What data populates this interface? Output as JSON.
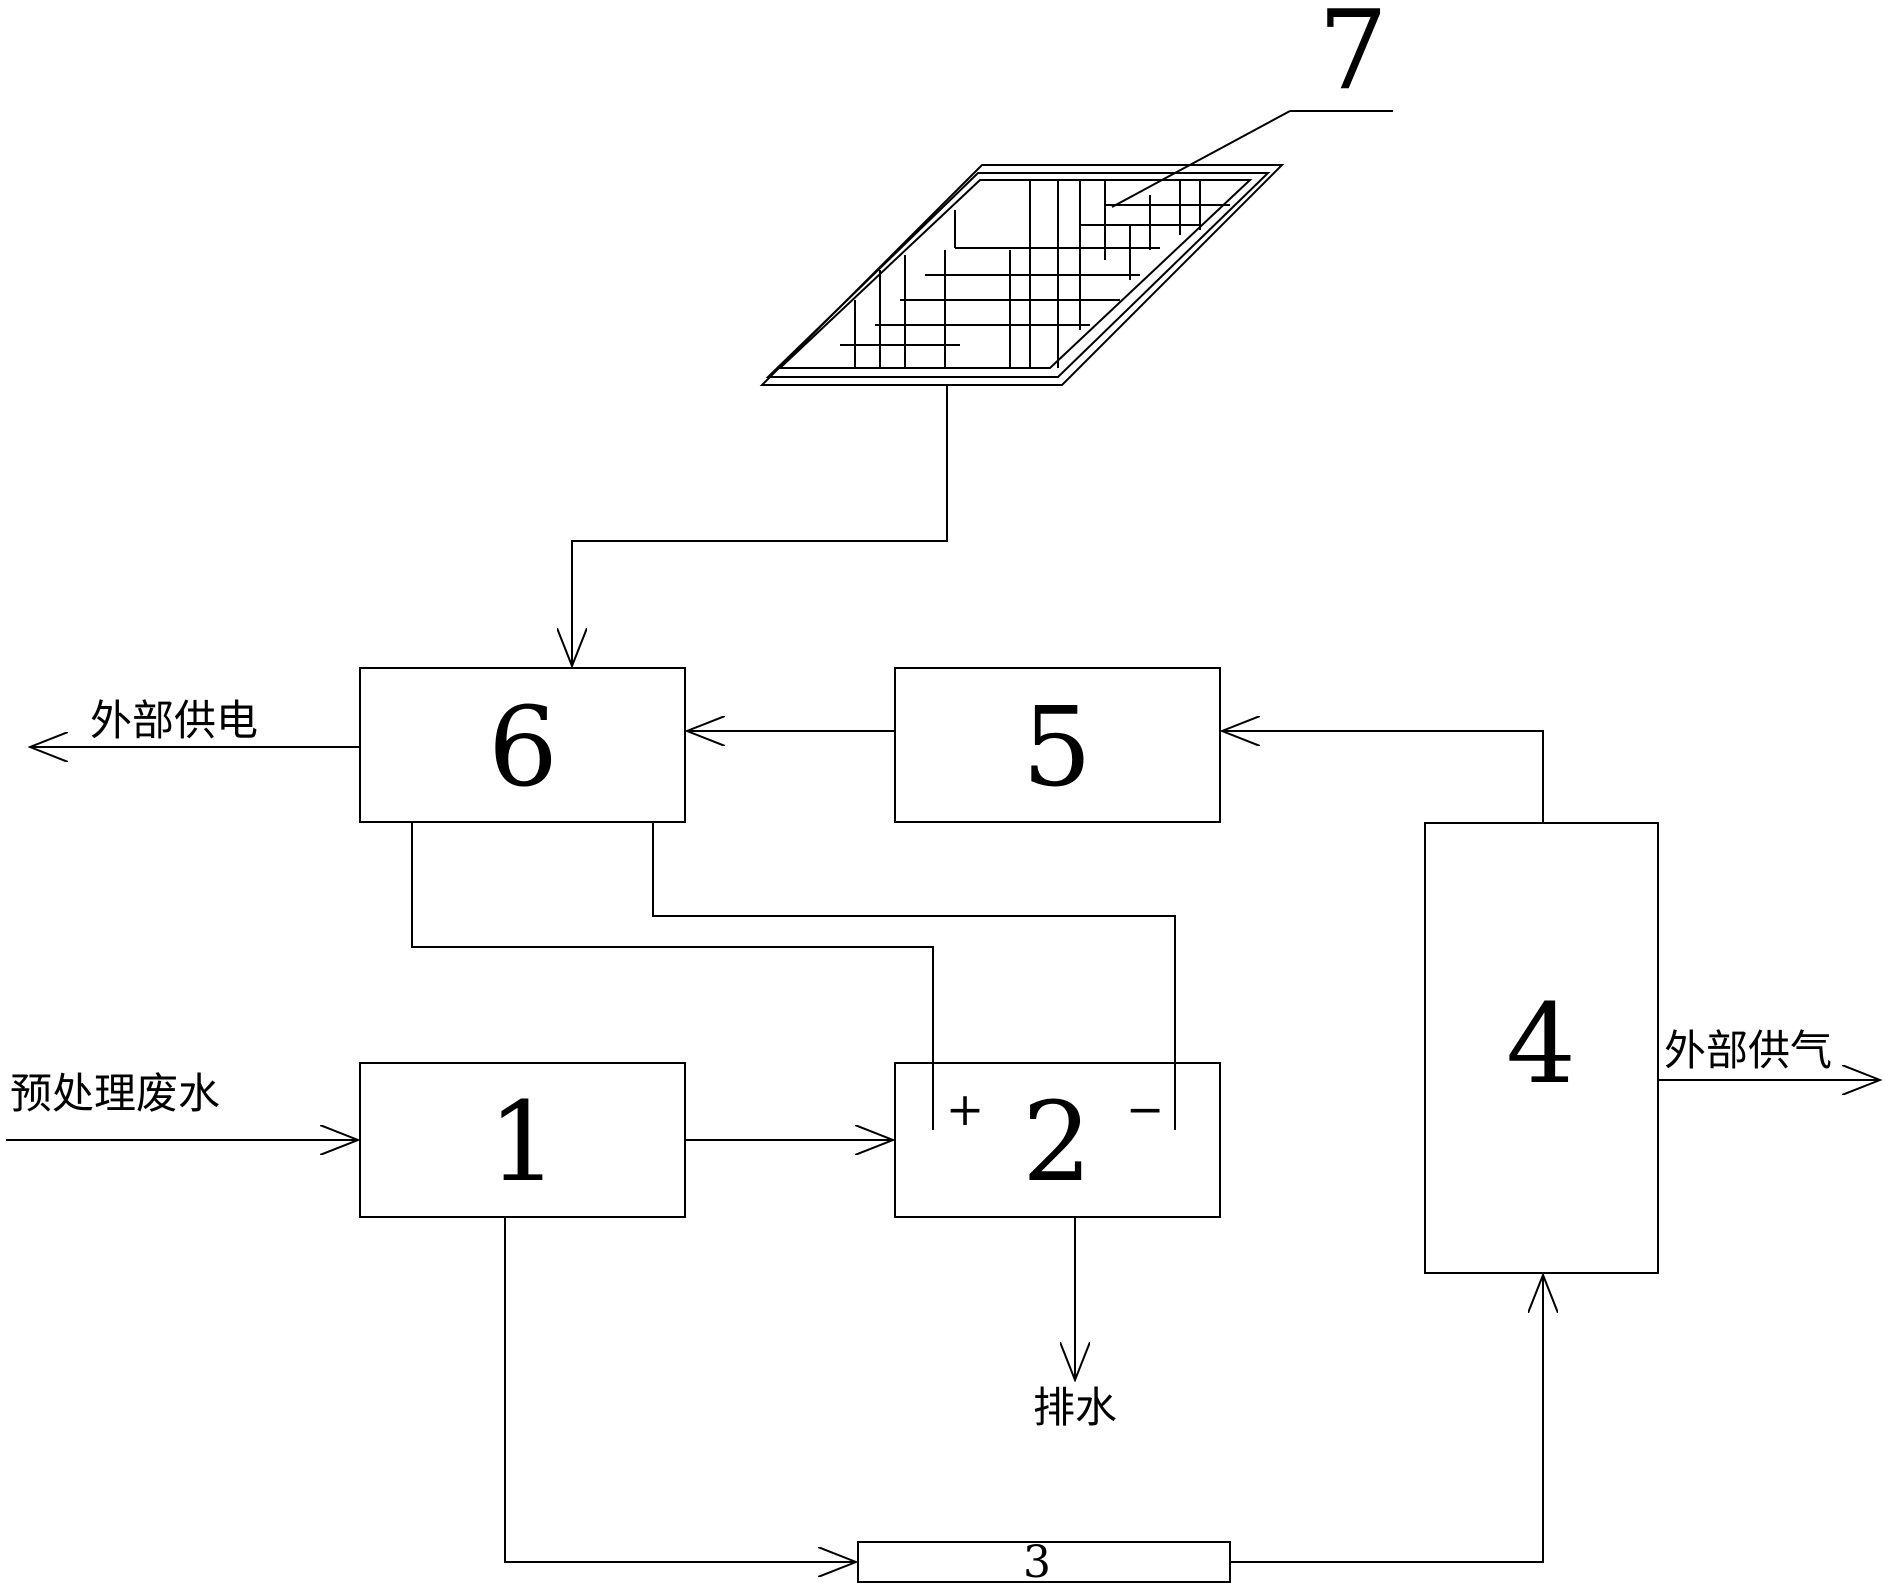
{
  "diagram": {
    "labels": {
      "unit1": "1",
      "unit2": "2",
      "unit3": "3",
      "unit4": "4",
      "unit5": "5",
      "unit6": "6",
      "unit7": "7",
      "plus": "+",
      "minus": "−",
      "input": "预处理废水",
      "drain": "排水",
      "external_power": "外部供电",
      "external_gas": "外部供气"
    }
  }
}
